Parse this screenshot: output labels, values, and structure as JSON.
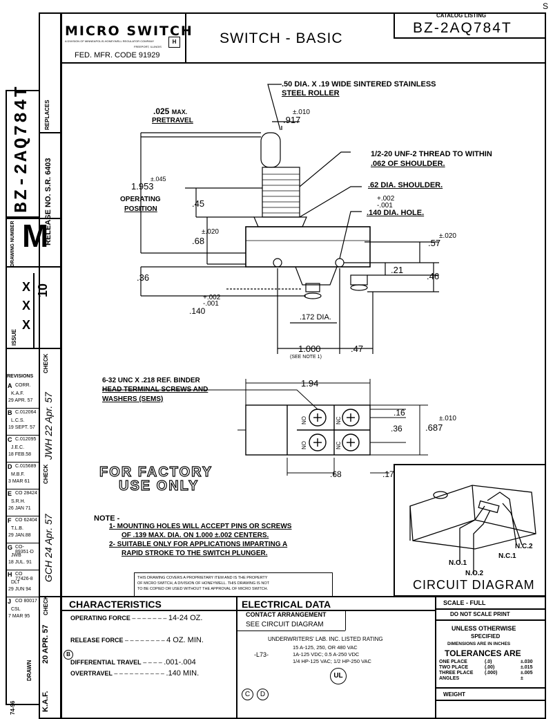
{
  "company": {
    "logo": "MICRO SWITCH",
    "division": "A DIVISION OF MINNEAPOLIS-HONEYWELL REGULATOR COMPANY",
    "location": "FREEPORT, ILLINOIS",
    "mfr_code": "FED. MFR. CODE 91929"
  },
  "title": "SWITCH - BASIC",
  "catalog": {
    "label": "CATALOG LISTING",
    "number": "BZ-2AQ784T"
  },
  "corner_mark": "S",
  "side": {
    "part_number": "BZ-2AQ784T",
    "drawing_letter": "M",
    "drawing_number_label": "DRAWING NUMBER",
    "replaces_label": "REPLACES",
    "release_label": "RELEASE NO. S.R. 6403",
    "issue_label": "ISSUE",
    "issue_marks": [
      "X",
      "X",
      "X"
    ],
    "issue_numbers": [
      "10"
    ],
    "check_label": "CHECK",
    "revisions_label": "REVISIONS",
    "revisions": [
      {
        "letter": "A",
        "text": "CORR.",
        "by": "K.A.F.",
        "date": "29 APR. 57"
      },
      {
        "letter": "B",
        "text": "C.012064",
        "by": "L.C.S.",
        "date": "19 SEPT. 57"
      },
      {
        "letter": "C",
        "text": "C.012095",
        "by": "J.E.C.",
        "date": "18 FEB.58"
      },
      {
        "letter": "D",
        "text": "C.015689",
        "by": "M.B.F.",
        "date": "3 MAR 61"
      },
      {
        "letter": "E",
        "text": "CO 28424",
        "by": "S.R.H.",
        "date": "26 JAN 71"
      },
      {
        "letter": "F",
        "text": "CO 62404",
        "by": "T.L.B.",
        "date": "29 JAN.88"
      },
      {
        "letter": "G",
        "text": "CO-89351-D",
        "by": "JWB",
        "date": "18 JUL. 91"
      },
      {
        "letter": "H",
        "text": "CO 77426-8",
        "by": "DLT",
        "date": "29 JUN 94"
      },
      {
        "letter": "J",
        "text": "CO 80017",
        "by": "CSL",
        "date": "7 MAR 95"
      }
    ],
    "check_sig1": "JWH 22 Apr. 57",
    "check_sig2": "GCH 24 Apr. 57",
    "drawn_label": "DRAWN",
    "drawn_by": "K.A.F.",
    "drawn_date": "20 APR. 57",
    "page_code": "74-96"
  },
  "drawing": {
    "roller_note_1": ".50 DIA. X .19 WIDE SINTERED STAINLESS",
    "roller_note_2": "STEEL ROLLER",
    "pretravel_value": ".025",
    "pretravel_unit": "MAX.",
    "pretravel_label": "PRETRAVEL",
    "dim_917_tol": "±.010",
    "dim_917": ".917",
    "thread_note_1": "1/2-20 UNF-2 THREAD TO WITHIN",
    "thread_note_2": ".062 OF SHOULDER.",
    "shoulder_note": ".62 DIA. SHOULDER.",
    "hole_tol_plus": "+.002",
    "hole_tol_minus": "-.001",
    "hole_note": ".140 DIA. HOLE.",
    "op_pos_value": "1.953",
    "op_pos_tol": "±.045",
    "op_pos_label_1": "OPERATING",
    "op_pos_label_2": "POSITION",
    "dim_45": ".45",
    "dim_68_tol": "±.020",
    "dim_68": ".68",
    "dim_57_tol": "±.020",
    "dim_57": ".57",
    "dim_36": ".36",
    "dim_21": ".21",
    "dim_46": ".46",
    "dim_140_plus": "+.002",
    "dim_140_minus": "-.001",
    "dim_140": ".140",
    "dim_172": ".172 DIA.",
    "dim_1000": "1.000",
    "dim_47": ".47",
    "see_note": "(SEE NOTE 1)",
    "binder_note_1": "6-32 UNC X .218 REF. BINDER",
    "binder_note_2": "HEAD TERMINAL SCREWS AND",
    "binder_note_3": "WASHERS (SEMS)",
    "dim_194": "1.94",
    "dim_16": ".16",
    "dim_36b": ".36",
    "dim_687_tol": "±.010",
    "dim_687": ".687",
    "dim_68b": ".68",
    "dim_17": ".17",
    "terminal_labels": [
      "NO",
      "NC",
      "NO",
      "NC"
    ],
    "factory_1": "FOR FACTORY",
    "factory_2": "USE ONLY",
    "note_title": "NOTE -",
    "note_1a": "1- MOUNTING HOLES WILL ACCEPT PINS OR SCREWS",
    "note_1b": "OF .139 MAX. DIA. ON 1.000 ±.002 CENTERS.",
    "note_2a": "2- SUITABLE ONLY FOR APPLICATIONS IMPARTING A",
    "note_2b": "RAPID STROKE TO THE SWITCH PLUNGER.",
    "proprietary_1": "THIS DRAWING COVERS A PROPRIETARY ITEM AND IS THE PROPERTY",
    "proprietary_2": "OF MICRO SWITCH, A DIVISION OF HONEYWELL. THIS DRAWING IS NOT",
    "proprietary_3": "TO BE COPIED OR USED WITHOUT THE APPROVAL OF MICRO SWITCH."
  },
  "circuit": {
    "title": "CIRCUIT DIAGRAM",
    "labels": {
      "nc2": "N.C.2",
      "nc1": "N.C.1",
      "no1": "N.O.1",
      "no2": "N.O.2"
    }
  },
  "characteristics": {
    "title": "CHARACTERISTICS",
    "rows": [
      {
        "label": "OPERATING FORCE",
        "value": "14-24 OZ."
      },
      {
        "label": "RELEASE FORCE",
        "value": "4 OZ. MIN."
      },
      {
        "label": "DIFFERENTIAL TRAVEL",
        "value": ".001-.004"
      },
      {
        "label": "OVERTRAVEL",
        "value": ".140 MIN."
      }
    ],
    "marker": "B"
  },
  "electrical": {
    "title": "ELECTRICAL DATA",
    "contact_label": "CONTACT ARRANGEMENT",
    "contact_value": "SEE CIRCUIT DIAGRAM",
    "ul_title": "UNDERWRITERS' LAB. INC. LISTED RATING",
    "code": "-L73-",
    "ratings": [
      "15 A-125, 250, OR 480 VAC",
      "1A-125 VDC; 0.5 A-250 VDC",
      "1/4 HP-125 VAC; 1/2 HP-250 VAC"
    ],
    "marks": [
      "C",
      "D"
    ]
  },
  "scale": {
    "scale_label": "SCALE - FULL",
    "no_scale": "DO NOT SCALE PRINT",
    "unless_1": "UNLESS OTHERWISE",
    "unless_2": "SPECIFIED",
    "dimensions": "DIMENSIONS ARE IN INCHES",
    "tolerances": "TOLERANCES ARE",
    "tol_rows": [
      {
        "label": "ONE PLACE",
        "fmt": "(.0)",
        "val": "±.030"
      },
      {
        "label": "TWO PLACE",
        "fmt": "(.00)",
        "val": "±.015"
      },
      {
        "label": "THREE PLACE",
        "fmt": "(.000)",
        "val": "±.005"
      },
      {
        "label": "ANGLES",
        "fmt": "",
        "val": "±"
      }
    ],
    "weight": "WEIGHT"
  }
}
